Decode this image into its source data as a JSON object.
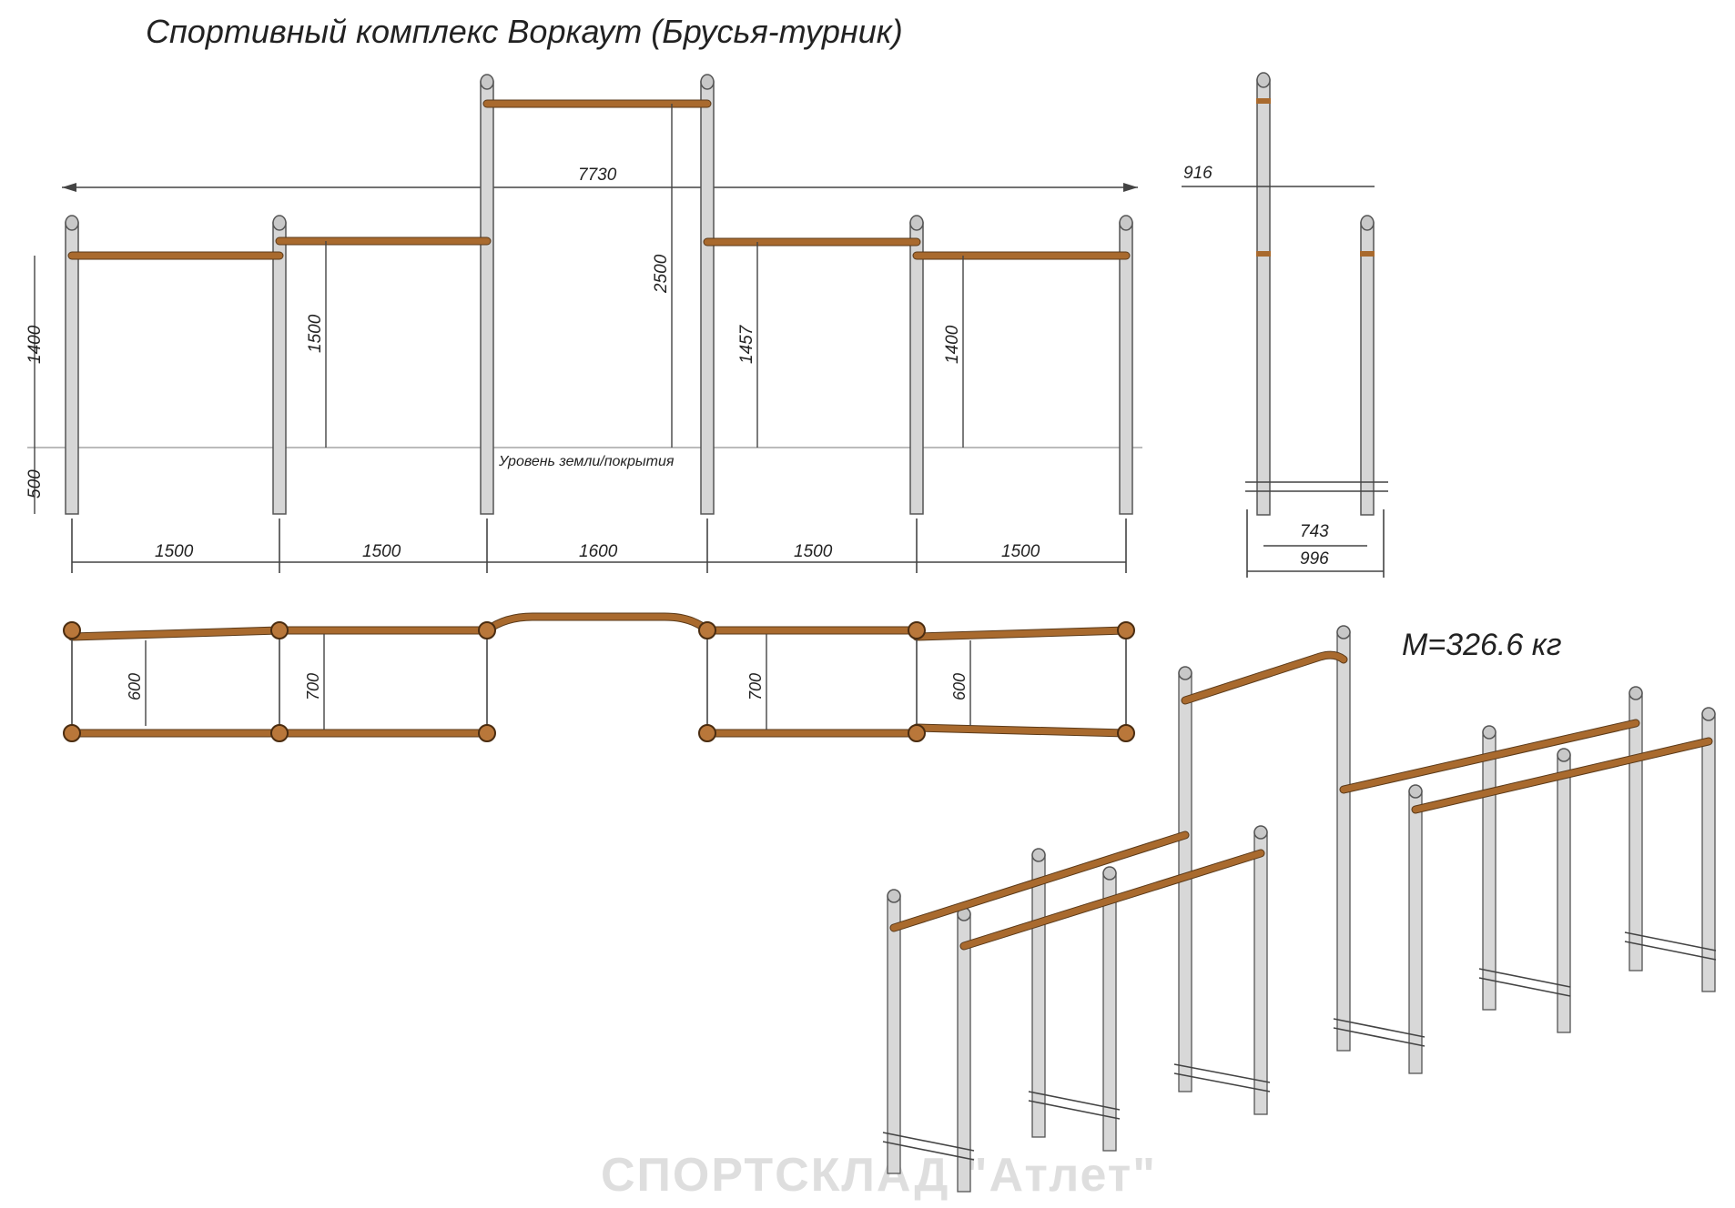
{
  "title": "Спортивный комплекс Воркаут (Брусья-турник)",
  "mass_label": "M=326.6 кг",
  "watermark": "СПОРТСКЛАД \"Атлет\"",
  "front_view": {
    "overall_width": "7730",
    "ground_label": "Уровень земли/покрытия",
    "heights": [
      "1400",
      "1500",
      "2500",
      "1457",
      "1400"
    ],
    "buried_depth": "500",
    "spans": [
      "1500",
      "1500",
      "1600",
      "1500",
      "1500"
    ]
  },
  "side_view": {
    "top_offset": "916",
    "inner_width": "743",
    "outer_width": "996"
  },
  "top_view": {
    "gaps": [
      "600",
      "700",
      "700",
      "600"
    ]
  },
  "colors": {
    "bar": "#a96a2e",
    "post": "#d6d6d6",
    "knob": "#b9773a"
  }
}
